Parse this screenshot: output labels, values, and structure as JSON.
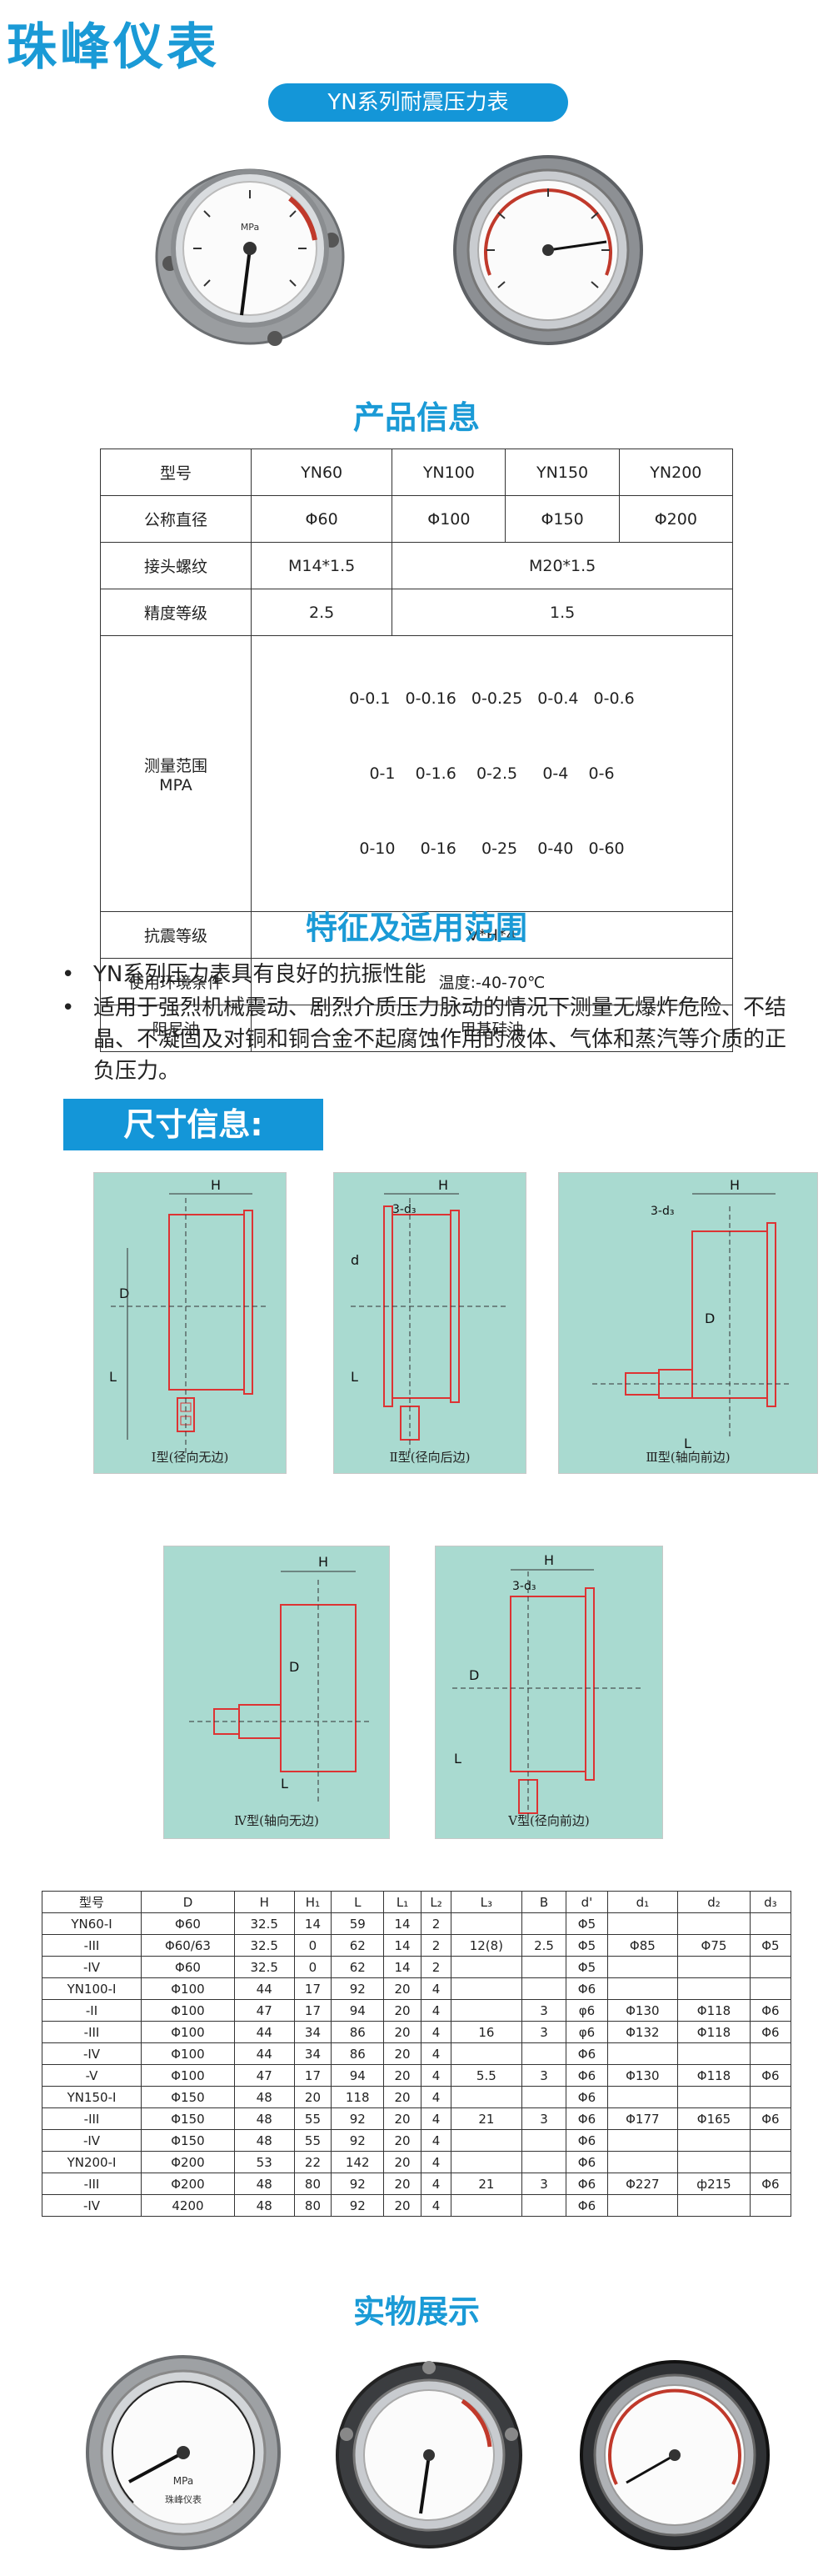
{
  "brand": "珠峰仪表",
  "series_title": "YN系列耐震压力表",
  "product_info": {
    "title": "产品信息",
    "rows": [
      {
        "label": "型号",
        "cells": [
          "YN60",
          "YN100",
          "YN150",
          "YN200"
        ]
      },
      {
        "label": "公称直径",
        "cells": [
          "Φ60",
          "Φ100",
          "Φ150",
          "Φ200"
        ]
      },
      {
        "label": "接头螺纹",
        "cells": [
          "M14*1.5",
          "M20*1.5"
        ]
      },
      {
        "label": "精度等级",
        "cells": [
          "2.5",
          "1.5"
        ]
      },
      {
        "label": "测量范围",
        "label2": "MPA",
        "range_lines": [
          "0-0.1   0-0.16   0-0.25   0-0.4   0-0.6",
          "0-1    0-1.6    0-2.5     0-4    0-6",
          "0-10     0-16     0-25    0-40   0-60"
        ]
      },
      {
        "label": "抗震等级",
        "cells": [
          "V*H*4"
        ]
      },
      {
        "label": "使用环境条件",
        "cells": [
          "温度:-40-70℃"
        ]
      },
      {
        "label": "阻尼油",
        "cells": [
          "甲基硅油"
        ]
      }
    ]
  },
  "features": {
    "title": "特征及适用范围",
    "items": [
      "YN系列压力表具有良好的抗振性能",
      "适用于强烈机械震动、剧烈介质压力脉动的情况下测量无爆炸危险、不结晶、不凝固及对铜和铜合金不起腐蚀作用的液体、气体和蒸汽等介质的正负压力。"
    ]
  },
  "dimensions": {
    "title": "尺寸信息:",
    "diagram_captions": [
      "Ⅰ型(径向无边)",
      "Ⅱ型(径向后边)",
      "Ⅲ型(轴向前边)",
      "Ⅳ型(轴向无边)",
      "Ⅴ型(径向前边)"
    ],
    "table_header": [
      "型号",
      "D",
      "H",
      "H₁",
      "L",
      "L₁",
      "L₂",
      "L₃",
      "B",
      "d'",
      "d₁",
      "d₂",
      "d₃"
    ],
    "table_rows": [
      [
        "YN60-Ⅰ",
        "Φ60",
        "32.5",
        "14",
        "59",
        "14",
        "2",
        "",
        "",
        "Φ5",
        "",
        "",
        ""
      ],
      [
        "-ⅠⅠⅠ",
        "Φ60/63",
        "32.5",
        "0",
        "62",
        "14",
        "2",
        "12(8)",
        "2.5",
        "Φ5",
        "Φ85",
        "Φ75",
        "Φ5"
      ],
      [
        "-ⅠV",
        "Φ60",
        "32.5",
        "0",
        "62",
        "14",
        "2",
        "",
        "",
        "Φ5",
        "",
        "",
        ""
      ],
      [
        "YN100-Ⅰ",
        "Φ100",
        "44",
        "17",
        "92",
        "20",
        "4",
        "",
        "",
        "Φ6",
        "",
        "",
        ""
      ],
      [
        "-ⅠⅠ",
        "Φ100",
        "47",
        "17",
        "94",
        "20",
        "4",
        "",
        "3",
        "φ6",
        "Φ130",
        "Φ118",
        "Φ6"
      ],
      [
        "-ⅠⅠⅠ",
        "Φ100",
        "44",
        "34",
        "86",
        "20",
        "4",
        "16",
        "3",
        "φ6",
        "Φ132",
        "Φ118",
        "Φ6"
      ],
      [
        "-ⅠV",
        "Φ100",
        "44",
        "34",
        "86",
        "20",
        "4",
        "",
        "",
        "Φ6",
        "",
        "",
        ""
      ],
      [
        "-V",
        "Φ100",
        "47",
        "17",
        "94",
        "20",
        "4",
        "5.5",
        "3",
        "Φ6",
        "Φ130",
        "Φ118",
        "Φ6"
      ],
      [
        "YN150-Ⅰ",
        "Φ150",
        "48",
        "20",
        "118",
        "20",
        "4",
        "",
        "",
        "Φ6",
        "",
        "",
        ""
      ],
      [
        "-ⅠⅠⅠ",
        "Φ150",
        "48",
        "55",
        "92",
        "20",
        "4",
        "21",
        "3",
        "Φ6",
        "Φ177",
        "Φ165",
        "Φ6"
      ],
      [
        "-ⅠV",
        "Φ150",
        "48",
        "55",
        "92",
        "20",
        "4",
        "",
        "",
        "Φ6",
        "",
        "",
        ""
      ],
      [
        "YN200-Ⅰ",
        "Φ200",
        "53",
        "22",
        "142",
        "20",
        "4",
        "",
        "",
        "Φ6",
        "",
        "",
        ""
      ],
      [
        "-ⅠⅠⅠ",
        "Φ200",
        "48",
        "80",
        "92",
        "20",
        "4",
        "21",
        "3",
        "Φ6",
        "Φ227",
        "ф215",
        "Φ6"
      ],
      [
        "-ⅠV",
        "4200",
        "48",
        "80",
        "92",
        "20",
        "4",
        "",
        "",
        "Φ6",
        "",
        "",
        ""
      ]
    ]
  },
  "showcase": {
    "title": "实物展示"
  },
  "gauge_text": {
    "unit": "MPa",
    "brand": "珠峰仪表"
  }
}
